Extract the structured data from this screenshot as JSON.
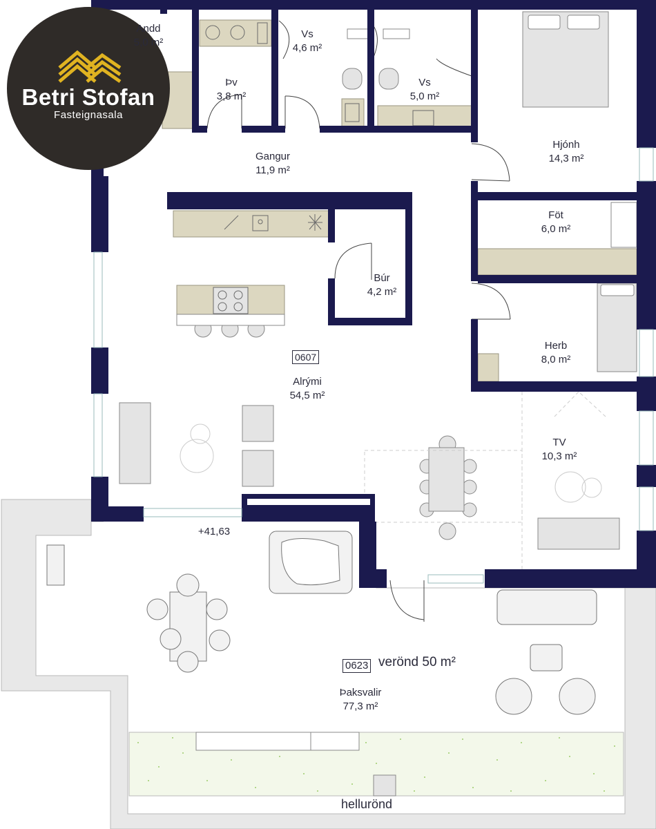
{
  "rooms": [
    {
      "id": "andd",
      "name": "Andd",
      "area": "5,0 m²"
    },
    {
      "id": "thv",
      "name": "Þv",
      "area": "3,8 m²"
    },
    {
      "id": "vs1",
      "name": "Vs",
      "area": "4,6 m²"
    },
    {
      "id": "vs2",
      "name": "Vs",
      "area": "5,0 m²"
    },
    {
      "id": "hjonh",
      "name": "Hjónh",
      "area": "14,3 m²"
    },
    {
      "id": "gangur",
      "name": "Gangur",
      "area": "11,9 m²"
    },
    {
      "id": "fot",
      "name": "Föt",
      "area": "6,0 m²"
    },
    {
      "id": "bur",
      "name": "Búr",
      "area": "4,2 m²"
    },
    {
      "id": "herb",
      "name": "Herb",
      "area": "8,0 m²"
    },
    {
      "id": "alrymi",
      "name": "Alrými",
      "area": "54,5 m²"
    },
    {
      "id": "tv",
      "name": "TV",
      "area": "10,3 m²"
    },
    {
      "id": "thaksvalir",
      "name": "Þaksvalir",
      "area": "77,3 m²"
    }
  ],
  "tags": {
    "unit_main": "0607",
    "unit_terrace": "0623"
  },
  "veronda_text": "verönd 50 m²",
  "elevation": "+41,63",
  "hellurond": "hellurönd",
  "logo": {
    "name": "Betri Stofan",
    "sub": "Fasteignasala",
    "bg": "#2f2b28",
    "accent": "#e0b321"
  },
  "colors": {
    "wall": "#1b1a4e",
    "fixture": "#dcd7c0",
    "furniture": "#e4e4e4",
    "terrace": "#e8e8e8",
    "gravel": "#f4f8ec"
  }
}
